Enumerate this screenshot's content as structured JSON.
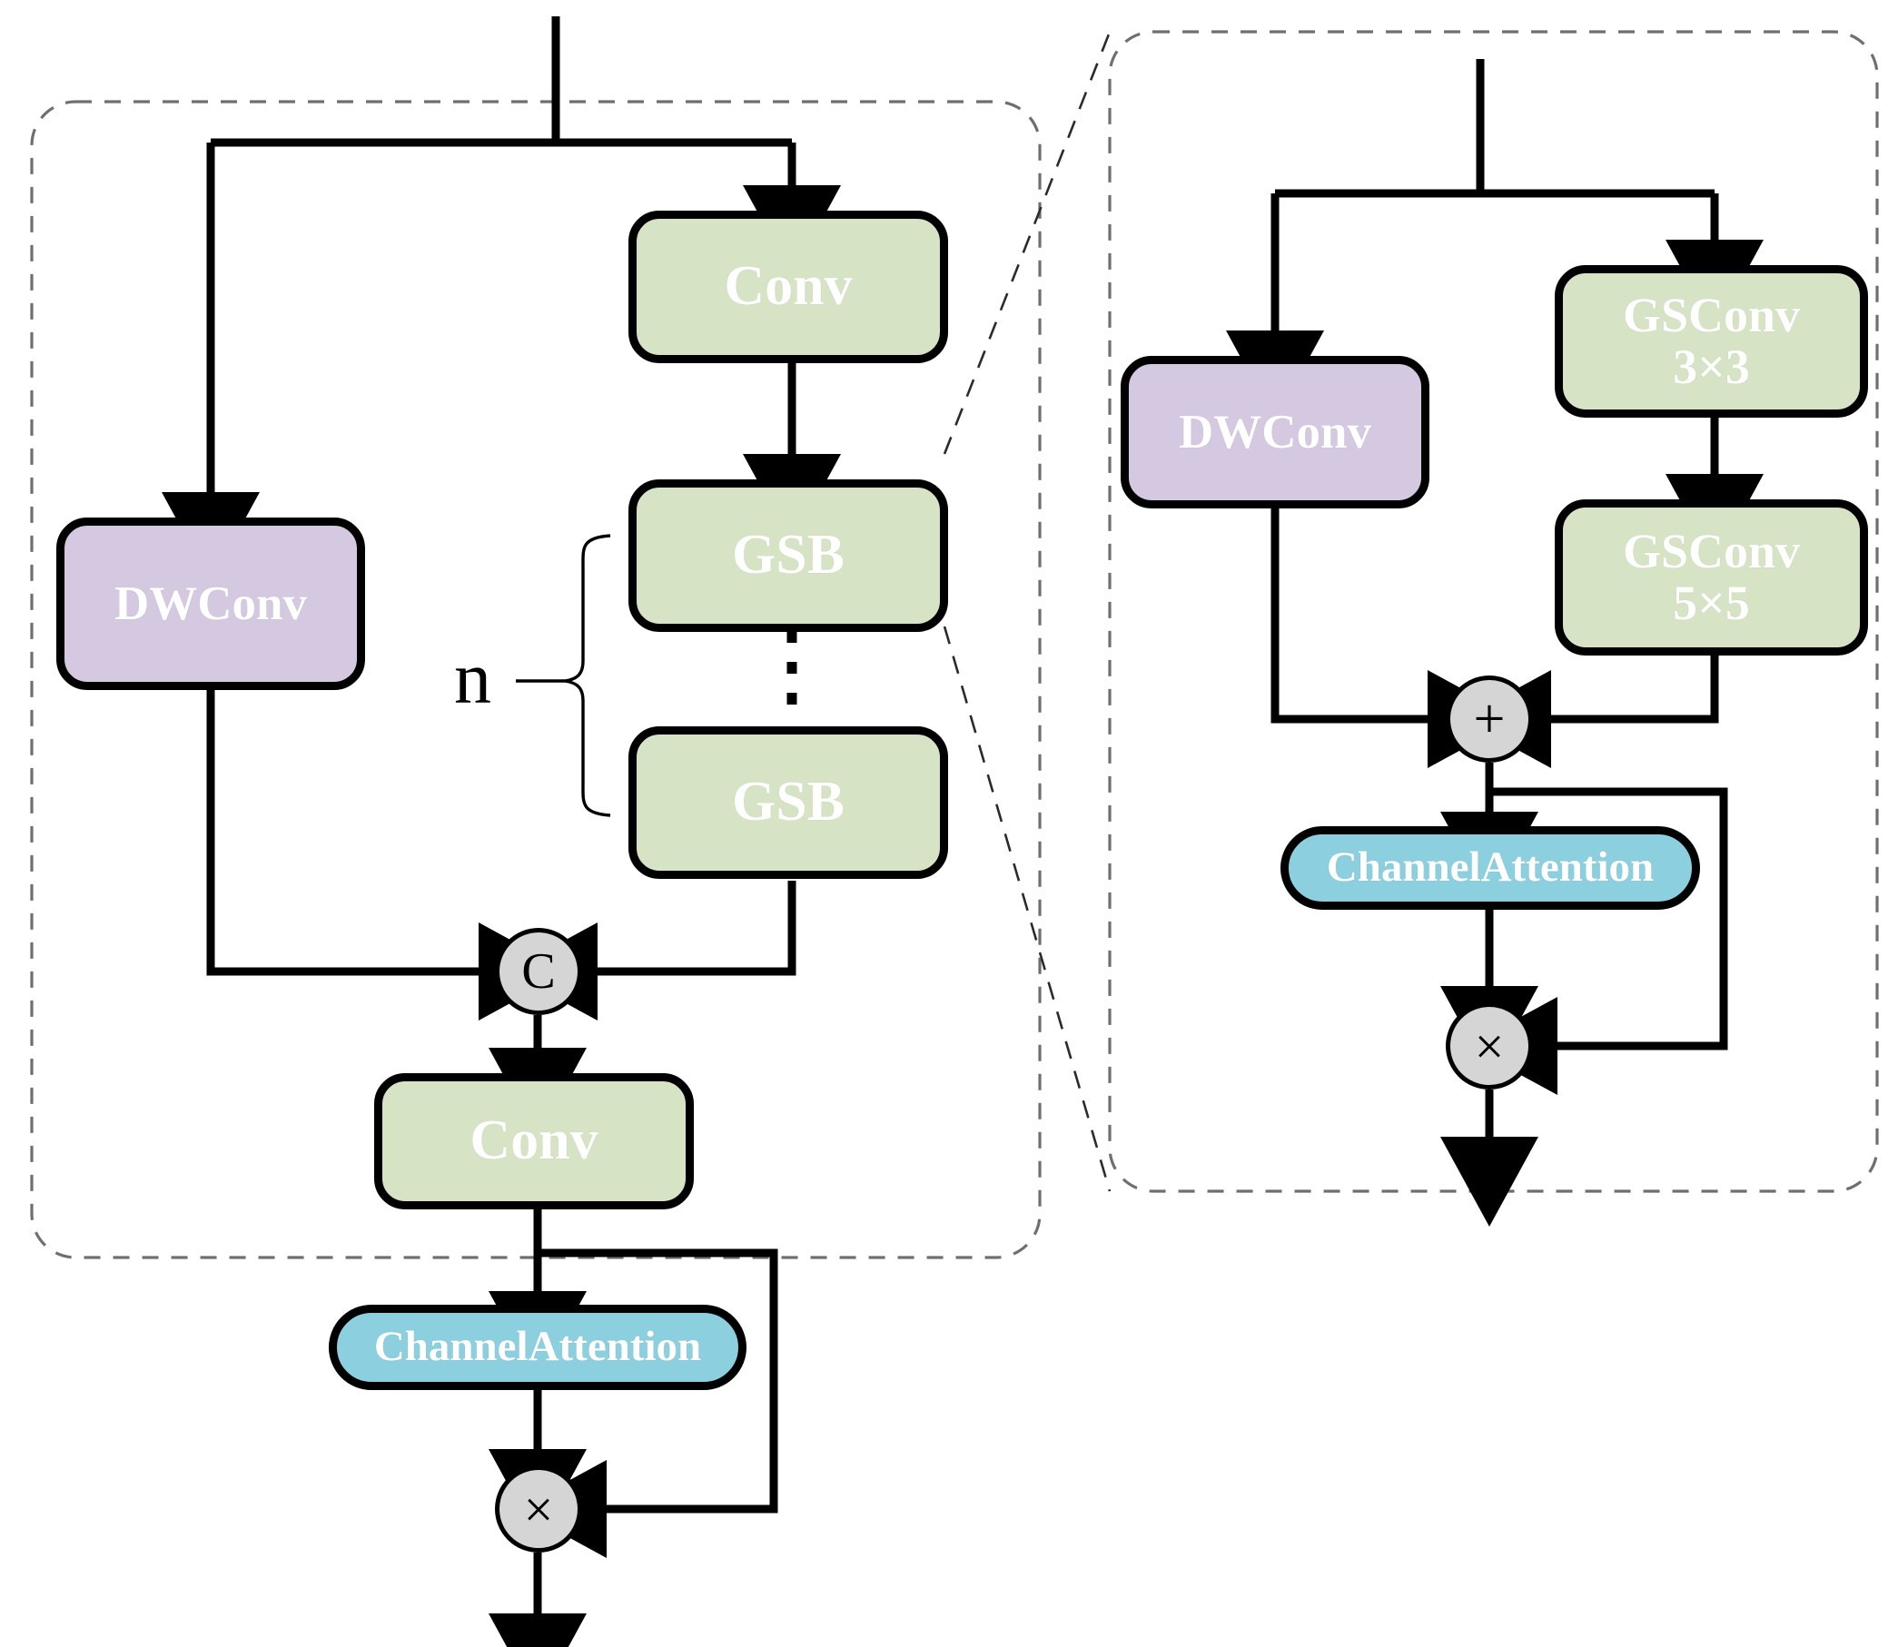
{
  "diagram": {
    "title": "GSB module and GSConv block architecture",
    "colors": {
      "green_block": "#d7e3c5",
      "purple_block": "#d4c9e1",
      "blue_block": "#8ccfdf",
      "op_circle": "#d5d5d5",
      "stroke": "#000000",
      "dashed_border": "#7a7a7a"
    },
    "left_panel": {
      "name": "main-module",
      "blocks": [
        {
          "id": "conv-top",
          "label": "Conv",
          "color": "green"
        },
        {
          "id": "gsb-1",
          "label": "GSB",
          "color": "green"
        },
        {
          "id": "gsb-n",
          "label": "GSB",
          "color": "green"
        },
        {
          "id": "dwconv",
          "label": "DWConv",
          "color": "purple"
        },
        {
          "id": "conv-bottom",
          "label": "Conv",
          "color": "green"
        },
        {
          "id": "channel-attention",
          "label": "ChannelAttention",
          "color": "blue"
        }
      ],
      "repeat_label": "n",
      "operators": [
        {
          "id": "concat",
          "symbol": "C",
          "name": "concat-operator"
        },
        {
          "id": "multiply",
          "symbol": "×",
          "name": "multiply-operator"
        }
      ]
    },
    "right_panel": {
      "name": "gsb-detail",
      "blocks": [
        {
          "id": "dwconv-r",
          "label": "DWConv",
          "color": "purple"
        },
        {
          "id": "gsconv-3",
          "label_line1": "GSConv",
          "label_line2": "3×3",
          "color": "green"
        },
        {
          "id": "gsconv-5",
          "label_line1": "GSConv",
          "label_line2": "5×5",
          "color": "green"
        },
        {
          "id": "channel-attention-r",
          "label": "ChannelAttention",
          "color": "blue"
        }
      ],
      "operators": [
        {
          "id": "add",
          "symbol": "+",
          "name": "add-operator"
        },
        {
          "id": "multiply-r",
          "symbol": "×",
          "name": "multiply-operator"
        }
      ]
    }
  }
}
